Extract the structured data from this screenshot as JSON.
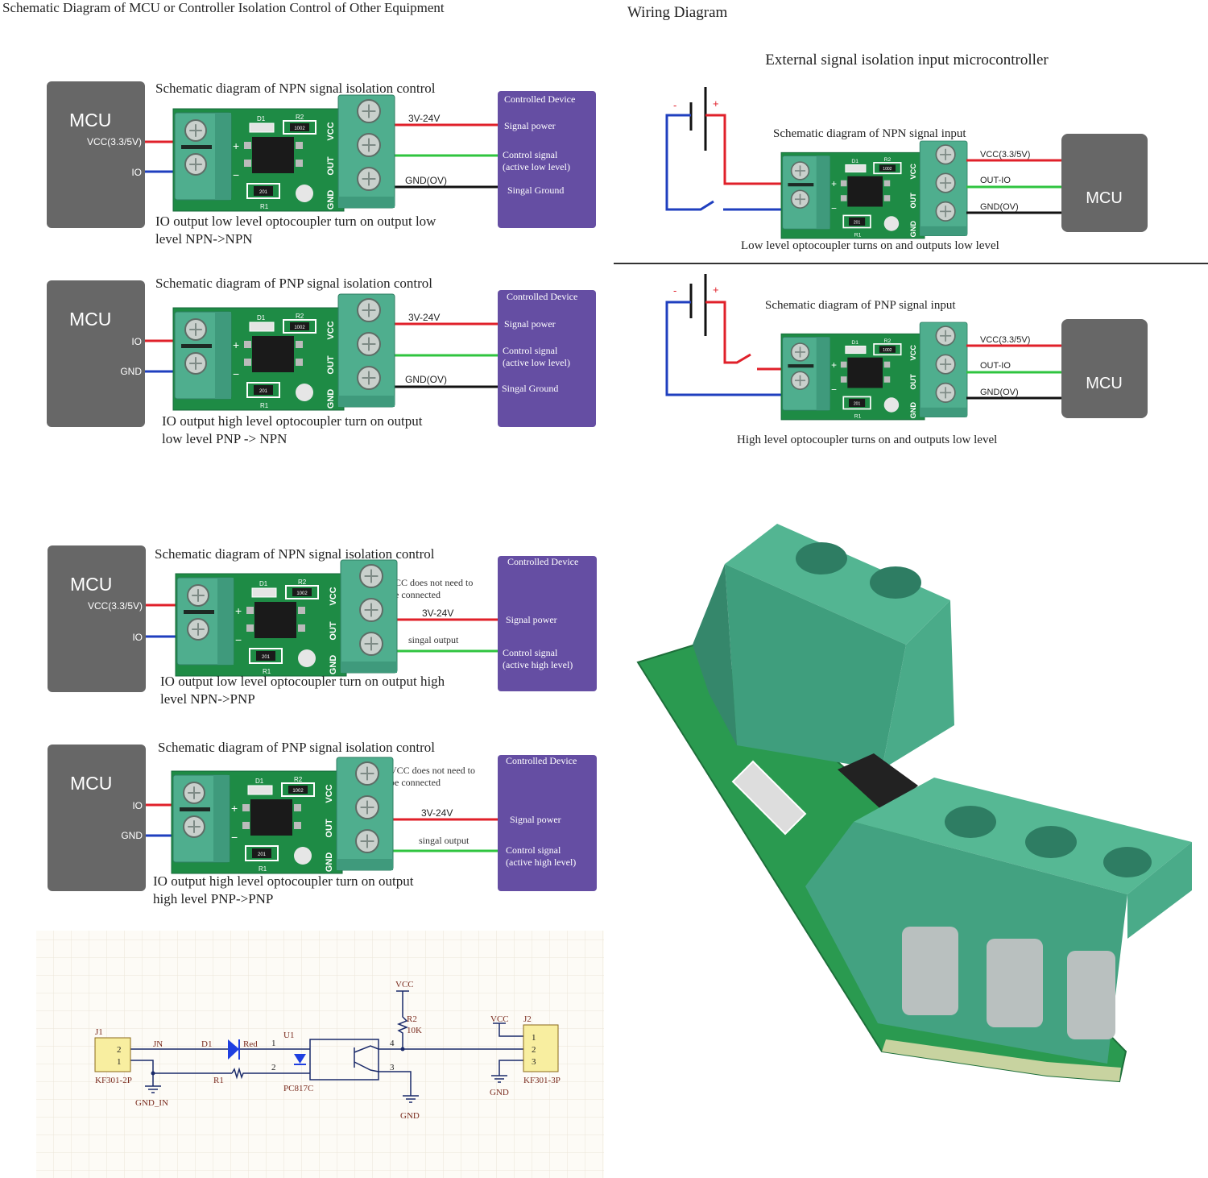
{
  "left_title": "Schematic Diagram of MCU or Controller Isolation Control of Other Equipment",
  "right_title": "Wiring Diagram",
  "colors": {
    "mcu_box": "#676767",
    "device_box": "#654ea3",
    "pcb": "#1e8b45",
    "terminal": "#4fae8e",
    "wire_red": "#e0202a",
    "wire_blue": "#1f3fbf",
    "wire_green": "#2fc43f",
    "wire_black": "#111111"
  },
  "board": {
    "d1": "D1",
    "r2": "R2",
    "r2_value": "1002",
    "r1": "R1",
    "r1_value": "201",
    "plus": "+",
    "minus": "−",
    "vcc": "VCC",
    "out": "OUT",
    "gnd": "GND"
  },
  "panels": [
    {
      "title": "Schematic diagram of NPN signal isolation control",
      "mcu": "MCU",
      "pins": [
        "VCC(3.3/5V)",
        "IO"
      ],
      "voltage": "3V-24V",
      "ground": "GND(OV)",
      "device": {
        "title": "Controlled Device",
        "lines": [
          "Signal power",
          "Control signal",
          "(active low level)",
          "Singal Ground"
        ]
      },
      "caption": [
        "IO output low level optocoupler turn on output low",
        "level NPN->NPN"
      ]
    },
    {
      "title": "Schematic diagram of PNP signal isolation control",
      "mcu": "MCU",
      "pins": [
        "IO",
        "GND"
      ],
      "voltage": "3V-24V",
      "ground": "GND(OV)",
      "device": {
        "title": "Controlled Device",
        "lines": [
          "Signal power",
          "Control signal",
          "(active low level)",
          "Singal Ground"
        ]
      },
      "caption": [
        "IO output high level optocoupler turn on output",
        "low level PNP -> NPN"
      ]
    },
    {
      "title": "Schematic diagram of NPN signal isolation control",
      "mcu": "MCU",
      "pins": [
        "VCC(3.3/5V)",
        "IO"
      ],
      "note": [
        "CC does not need to",
        "e connected"
      ],
      "voltage": "3V-24V",
      "output": "singal output",
      "device": {
        "title": "Controlled Device",
        "lines": [
          "Signal power",
          "Control signal",
          "(active high level)"
        ]
      },
      "caption": [
        "IO output low level optocoupler turn on output high",
        "level NPN->PNP"
      ]
    },
    {
      "title": "Schematic diagram of PNP signal isolation control",
      "mcu": "MCU",
      "pins": [
        "IO",
        "GND"
      ],
      "note": [
        "VCC does not need to",
        "be connected"
      ],
      "voltage": "3V-24V",
      "output": "singal output",
      "device": {
        "title": "Controlled Device",
        "lines": [
          "Signal power",
          "Control signal",
          "(active high level)"
        ]
      },
      "caption": [
        "IO output high level optocoupler turn on output",
        "high level PNP->PNP"
      ]
    }
  ],
  "wiring": {
    "subtitle": "External signal isolation input microcontroller",
    "npn": {
      "title": "Schematic diagram of NPN signal input",
      "battery_minus": "-",
      "battery_plus": "+",
      "labels": [
        "VCC(3.3/5V)",
        "OUT-IO",
        "GND(OV)"
      ],
      "mcu": "MCU",
      "caption": "Low level optocoupler turns on and outputs low level"
    },
    "pnp": {
      "title": "Schematic diagram of PNP signal input",
      "battery_minus": "-",
      "battery_plus": "+",
      "labels": [
        "VCC(3.3/5V)",
        "OUT-IO",
        "GND(OV)"
      ],
      "mcu": "MCU",
      "caption": "High level optocoupler turns on and outputs low level"
    }
  },
  "schematic": {
    "j1": "J1",
    "j1_pins": [
      "2",
      "1"
    ],
    "j1_part": "KF301-2P",
    "jn": "JN",
    "d1": "D1",
    "led_color": "Red",
    "u1": "U1",
    "u1_part": "PC817C",
    "u1_pins": [
      "1",
      "2",
      "4",
      "3"
    ],
    "r1": "R1",
    "gnd_in": "GND_IN",
    "vcc": "VCC",
    "r2": "R2",
    "r2_value": "10K",
    "gnd": "GND",
    "j2": "J2",
    "j2_pins": [
      "1",
      "2",
      "3"
    ],
    "j2_part": "KF301-3P",
    "j2_vcc": "VCC",
    "j2_gnd": "GND"
  }
}
